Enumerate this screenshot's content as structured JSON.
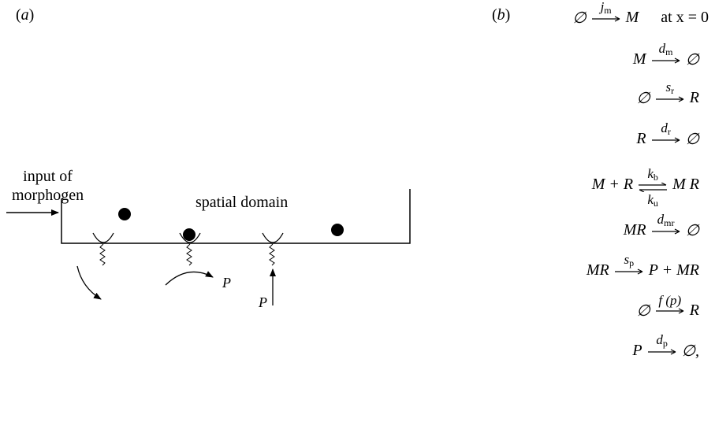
{
  "panel_a": {
    "label": "(a)",
    "input_label_line1": "input of",
    "input_label_line2": "morphogen",
    "domain_label": "spatial domain",
    "product_label_1": "P",
    "product_label_2": "P"
  },
  "panel_b": {
    "label": "(b)",
    "empty_set": "∅",
    "reactions": [
      {
        "left": "∅",
        "rate_sym": "j",
        "rate_sub": "m",
        "right": "M",
        "note": "at x = 0"
      },
      {
        "left": "M",
        "rate_sym": "d",
        "rate_sub": "m",
        "right": "∅"
      },
      {
        "left": "∅",
        "rate_sym": "s",
        "rate_sub": "r",
        "right": "R"
      },
      {
        "left": "R",
        "rate_sym": "d",
        "rate_sub": "r",
        "right": "∅"
      },
      {
        "left": "M + R",
        "rate_sym": "k",
        "rate_sub": "b",
        "rate_bot_sym": "k",
        "rate_bot_sub": "u",
        "right": "M R"
      },
      {
        "left": "MR",
        "rate_sym": "d",
        "rate_sub": "mr",
        "right": "∅"
      },
      {
        "left": "MR",
        "rate_sym": "s",
        "rate_sub": "p",
        "right": "P + MR"
      },
      {
        "left": "∅",
        "rate_sym": "f (p)",
        "rate_sub": "",
        "right": "R"
      },
      {
        "left": "P",
        "rate_sym": "d",
        "rate_sub": "p",
        "right": "∅,"
      }
    ]
  }
}
